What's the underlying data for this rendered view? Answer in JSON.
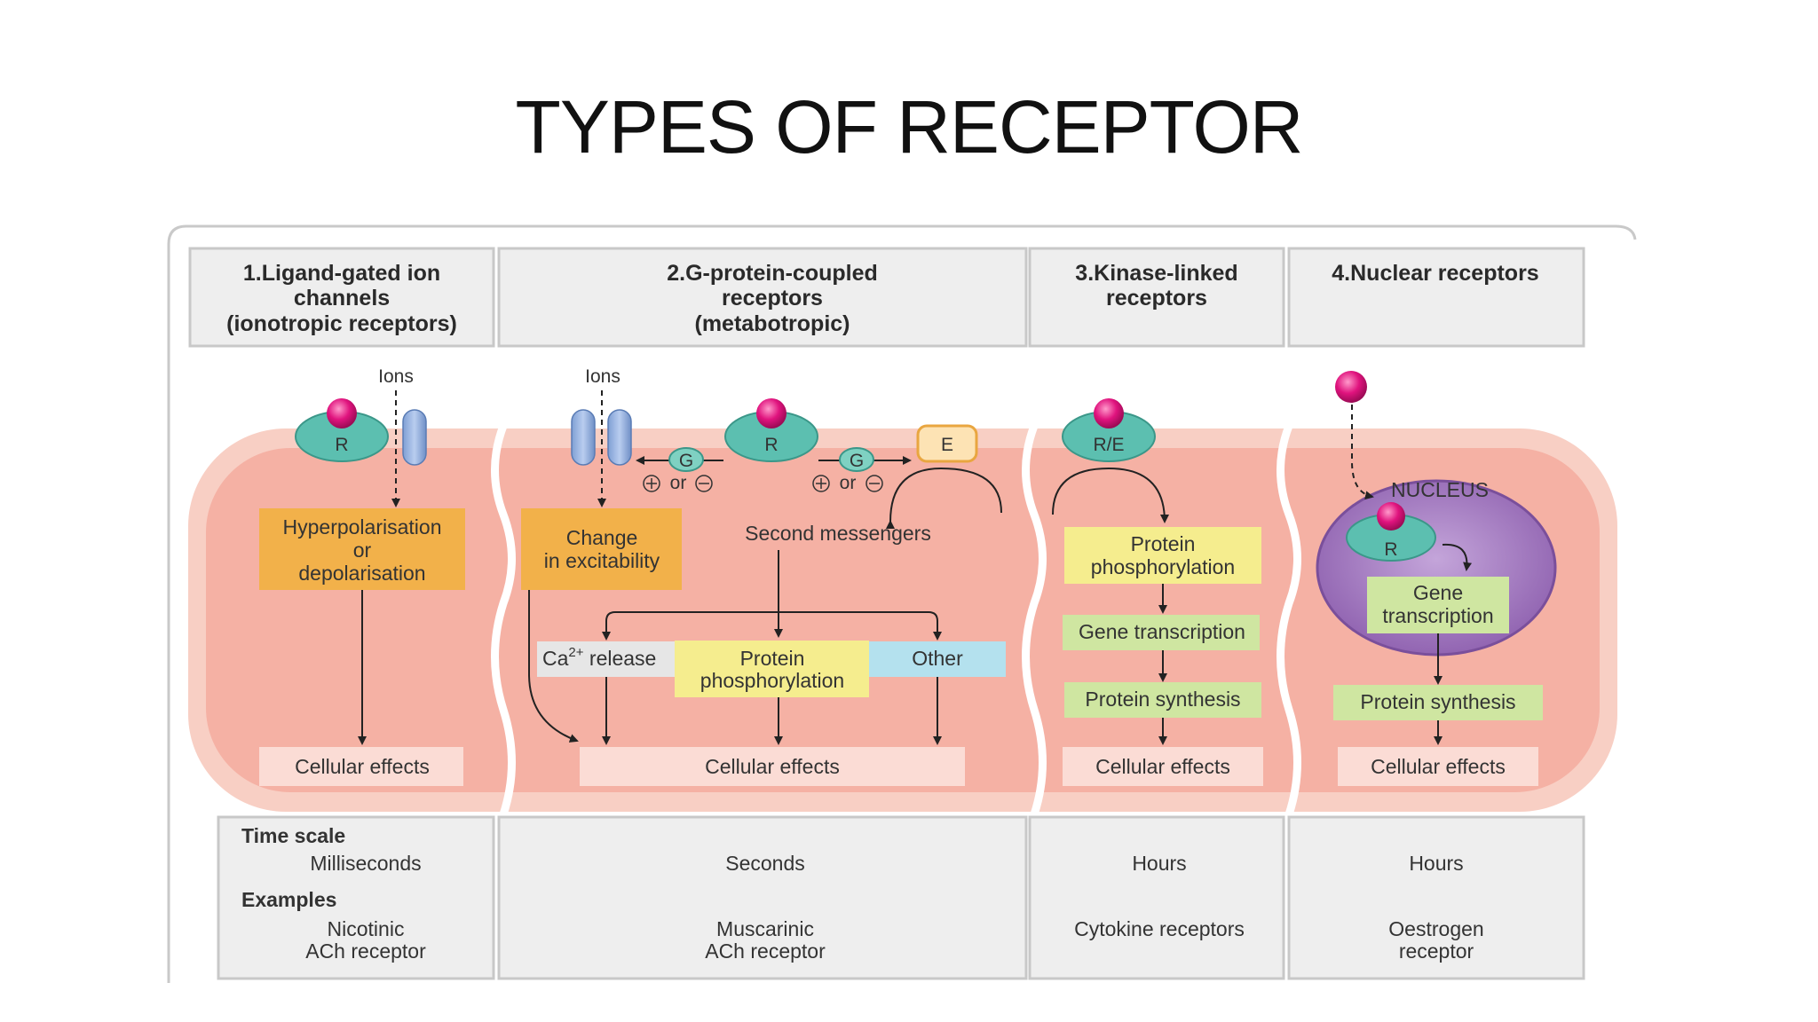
{
  "title": "TYPES OF RECEPTOR",
  "columns": [
    {
      "header": [
        "1.Ligand-gated ion",
        "channels",
        "(ionotropic receptors)"
      ]
    },
    {
      "header": [
        "2.G-protein-coupled",
        "receptors",
        "(metabotropic)"
      ]
    },
    {
      "header": [
        "3.Kinase-linked",
        "receptors"
      ]
    },
    {
      "header": [
        "4.Nuclear receptors"
      ]
    }
  ],
  "diagram": {
    "ions_label": "Ions",
    "receptor_label": "R",
    "kinase_receptor_label": "R/E",
    "g_protein_label": "G",
    "effector_label": "E",
    "or_label": "or",
    "nucleus_label": "NUCLEUS",
    "col1_effect": [
      "Hyperpolarisation",
      "or",
      "depolarisation"
    ],
    "col2_change": [
      "Change",
      "in excitability"
    ],
    "second_messengers": "Second messengers",
    "ca_release": "release",
    "ca_prefix": "Ca",
    "ca_superscript": "2+",
    "protein_phosphorylation": [
      "Protein",
      "phosphorylation"
    ],
    "other": "Other",
    "gene_transcription": "Gene transcription",
    "gene_transcription_split": [
      "Gene",
      "transcription"
    ],
    "protein_synthesis": "Protein synthesis",
    "cellular_effects": "Cellular effects"
  },
  "footer": {
    "time_scale_label": "Time scale",
    "examples_label": "Examples",
    "time_scales": [
      "Milliseconds",
      "Seconds",
      "Hours",
      "Hours"
    ],
    "examples": [
      [
        "Nicotinic",
        "ACh receptor"
      ],
      [
        "Muscarinic",
        "ACh receptor"
      ],
      [
        "Cytokine receptors"
      ],
      [
        "Oestrogen",
        "receptor"
      ]
    ]
  },
  "colors": {
    "membrane_pink": "#f7c6bb",
    "cytoplasm_pink": "#f6b5a8",
    "orange_box": "#f2b14a",
    "yellow_box": "#f5ed8e",
    "green_box": "#cfe6a1",
    "blue_box": "#b4e1ee",
    "receptor_teal": "#5cbfb0",
    "ligand_magenta": "#e0137e",
    "nucleus_purple": "#9a6fb6",
    "header_gray": "#eeeeee"
  }
}
